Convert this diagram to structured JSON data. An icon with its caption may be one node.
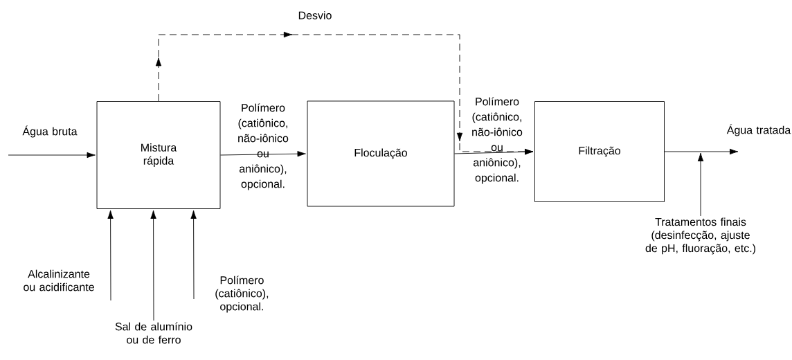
{
  "diagram": {
    "nodes": [
      {
        "text": [
          "Mistura rápida"
        ]
      },
      {
        "text": [
          "Floculação"
        ]
      },
      {
        "text": [
          "Filtração"
        ]
      },
      {
        "text": [
          "Alcalinizante ou acidificante"
        ]
      },
      {
        "text": [
          "Sal de alumínio ou de ferro"
        ]
      },
      {
        "text": [
          "Polímero (catiônico), opcional."
        ]
      },
      {
        "text": [
          "Tratamentos finais (desinfecção, ajuste de pH, fluoração, etc.)"
        ]
      }
    ],
    "edges": [
      {
        "from": null,
        "to": 0,
        "arrow": "to",
        "label": "Água bruta"
      },
      {
        "from": 0,
        "to": 1,
        "arrow": "to",
        "label": "Polímero (catiônico, não-iônico ou aniônico), opcional."
      },
      {
        "from": 1,
        "to": 2,
        "arrow": "to",
        "label": "Polímero (catiônico, não-iônico ou aniônico), opcional."
      },
      {
        "from": 0,
        "to": 2,
        "arrow": "to",
        "label": "Desvio",
        "style": "dashed"
      },
      {
        "from": 2,
        "to": null,
        "arrow": "to",
        "label": "Água tratada"
      },
      {
        "from": 3,
        "to": 0,
        "arrow": "to"
      },
      {
        "from": 4,
        "to": 0,
        "arrow": "to"
      },
      {
        "from": 5,
        "to": 0,
        "arrow": "to"
      },
      {
        "from": 6,
        "to": null,
        "arrow": "to"
      }
    ]
  }
}
